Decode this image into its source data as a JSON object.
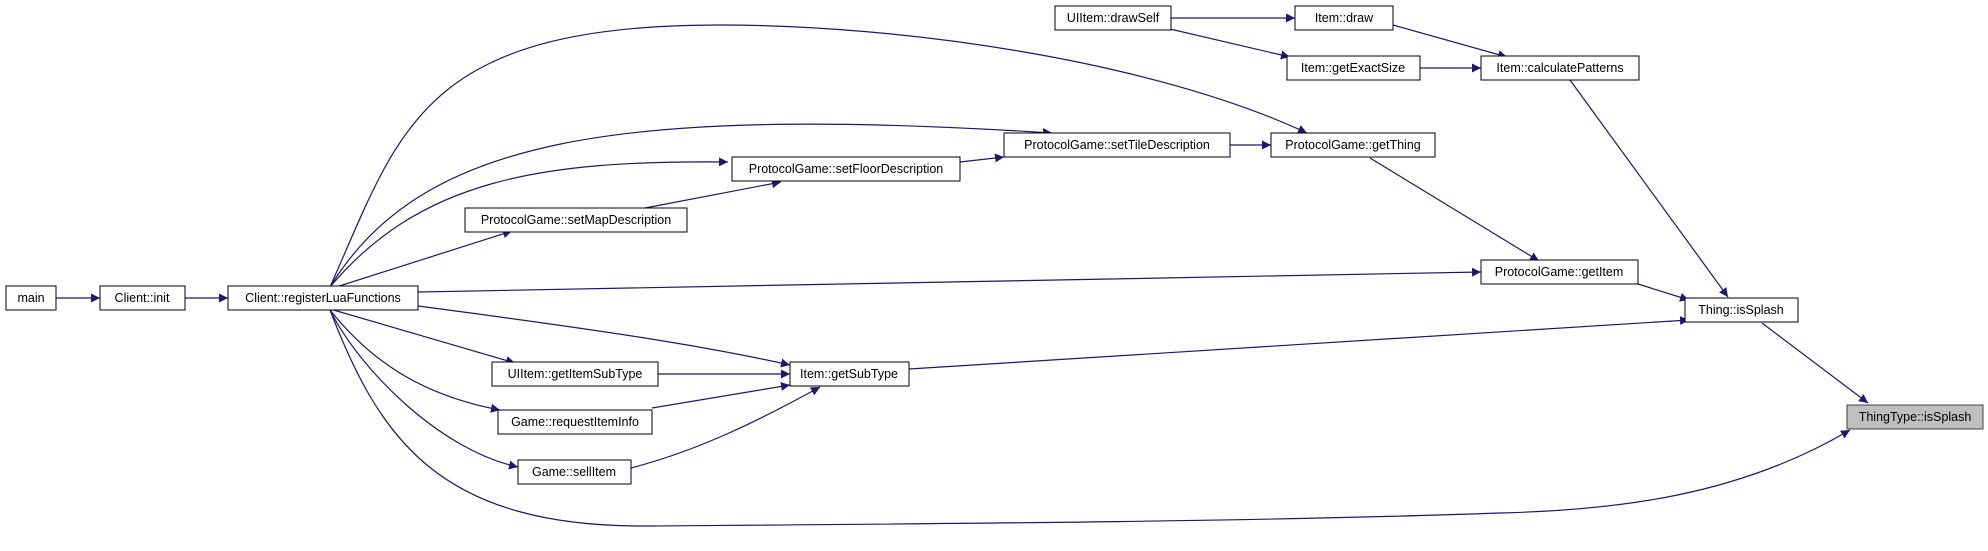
{
  "diagram": {
    "nodes": {
      "main": "main",
      "client_init": "Client::init",
      "register_lua": "Client::registerLuaFunctions",
      "uiitem_drawself": "UIItem::drawSelf",
      "item_draw": "Item::draw",
      "item_getexactsize": "Item::getExactSize",
      "item_calculatepatterns": "Item::calculatePatterns",
      "pg_settiledescription": "ProtocolGame::setTileDescription",
      "pg_getthing": "ProtocolGame::getThing",
      "pg_setfloordescription": "ProtocolGame::setFloorDescription",
      "pg_setmapdescription": "ProtocolGame::setMapDescription",
      "pg_getitem": "ProtocolGame::getItem",
      "thing_issplash": "Thing::isSplash",
      "uiitem_getitemsubtype": "UIItem::getItemSubType",
      "item_getsubtype": "Item::getSubType",
      "game_requestiteminfo": "Game::requestItemInfo",
      "game_sellitem": "Game::sellItem",
      "thingtype_issplash": "ThingType::isSplash"
    },
    "colors": {
      "edge": "#191970",
      "node_border": "#000000",
      "highlight_fill": "#bfbfbf"
    }
  }
}
